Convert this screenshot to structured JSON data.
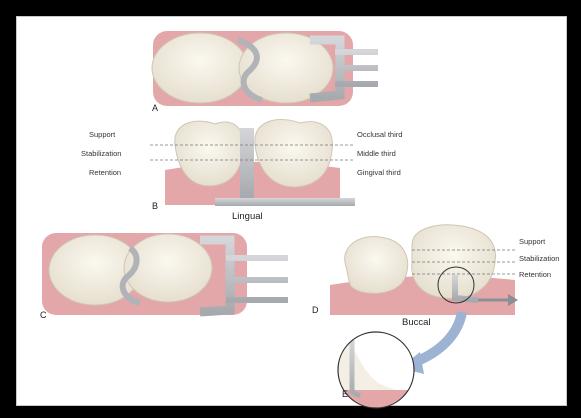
{
  "panels": {
    "a": "A",
    "b": "B",
    "c": "C",
    "d": "D",
    "e": "E"
  },
  "panel_b": {
    "left_labels": [
      "Support",
      "Stabilization",
      "Retention"
    ],
    "right_labels": [
      "Occlusal third",
      "Middle third",
      "Gingival third"
    ],
    "caption": "Lingual"
  },
  "panel_d": {
    "labels": [
      "Support",
      "Stabilization",
      "Retention"
    ],
    "caption": "Buccal"
  },
  "colors": {
    "frame": "#000000",
    "gum": "#e3a7a9",
    "tooth": "#f4efe4",
    "metal": "#b9bcc0",
    "arrow": "#9db3d3"
  }
}
